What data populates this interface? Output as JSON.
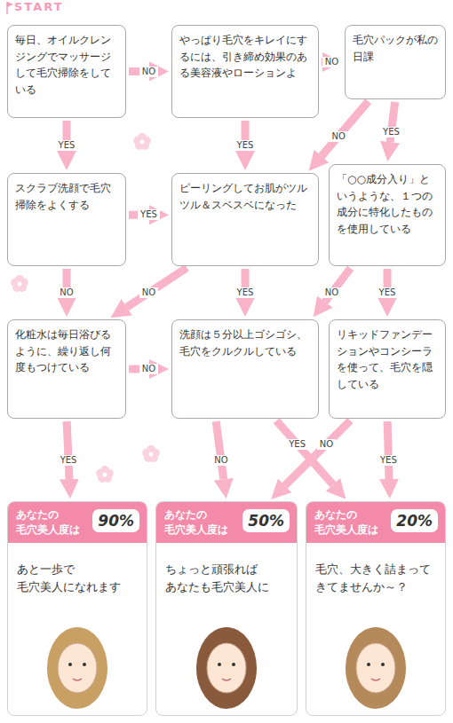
{
  "diagram": {
    "nodes": [
      {
        "text": [
          "毎日、オイルクレンジングでマッサージして毛穴掃除をしている"
        ]
      },
      {
        "text": [
          "やっぱり毛穴をキレイにするには、引き締め効果のある美容液やローションよ"
        ]
      },
      {
        "text": [
          "毛穴パックが私の日課"
        ]
      },
      {
        "text": [
          "スクラブ洗顔で毛穴掃除をよくする"
        ]
      },
      {
        "text": [
          "ピーリングしてお肌がツルツル＆スベスベになった"
        ]
      },
      {
        "text": [
          "「○○成分入り」というような、１つの成分に特化したものを使用している"
        ]
      },
      {
        "text": [
          "化粧水は毎日浴びるように、繰り返し何度もつけている"
        ]
      },
      {
        "text": [
          "洗顔は５分以上ゴシゴシ、毛穴をクルクルしている"
        ]
      },
      {
        "text": [
          "リキッドファンデーションやコンシーラを使って、毛穴を隠している"
        ]
      },
      {
        "text": [
          "あなたの 毛穴美人度は",
          "90%",
          "あと一歩で 毛穴美人になれます"
        ]
      },
      {
        "text": [
          "あなたの 毛穴美人度は",
          "50%",
          "ちょっと頑張れば あなたも毛穴美人に"
        ]
      },
      {
        "text": [
          "あなたの 毛穴美人度は",
          "20%",
          "毛穴、大きく詰まって きてませんか～？"
        ]
      }
    ],
    "edges": [
      {
        "from": 0,
        "to": 1,
        "label": "NO",
        "arrow": "to"
      },
      {
        "from": 0,
        "to": 3,
        "label": "YES",
        "arrow": "to"
      },
      {
        "from": 1,
        "to": 2,
        "label": "NO",
        "arrow": "to"
      },
      {
        "from": 1,
        "to": 4,
        "label": "YES",
        "arrow": "to"
      },
      {
        "from": 2,
        "to": 4,
        "label": "NO",
        "arrow": "to"
      },
      {
        "from": 2,
        "to": 5,
        "label": "YES",
        "arrow": "to"
      },
      {
        "from": 3,
        "to": 4,
        "label": "YES",
        "arrow": "to"
      },
      {
        "from": 3,
        "to": 6,
        "label": "NO",
        "arrow": "to"
      },
      {
        "from": 4,
        "to": 6,
        "label": "NO",
        "arrow": "to"
      },
      {
        "from": 4,
        "to": 7,
        "label": "YES",
        "arrow": "to"
      },
      {
        "from": 5,
        "to": 7,
        "label": "NO",
        "arrow": "to"
      },
      {
        "from": 5,
        "to": 8,
        "label": "YES",
        "arrow": "to"
      },
      {
        "from": 6,
        "to": 7,
        "label": "NO",
        "arrow": "to"
      },
      {
        "from": 6,
        "to": 9,
        "label": "YES",
        "arrow": "to"
      },
      {
        "from": 7,
        "to": 10,
        "label": "NO",
        "arrow": "to"
      },
      {
        "from": 7,
        "to": 11,
        "label": "YES",
        "arrow": "to"
      },
      {
        "from": 8,
        "to": 10,
        "label": "NO",
        "arrow": "to"
      },
      {
        "from": 8,
        "to": 11,
        "label": "YES",
        "arrow": "to"
      }
    ],
    "labels": [
      "START"
    ]
  }
}
